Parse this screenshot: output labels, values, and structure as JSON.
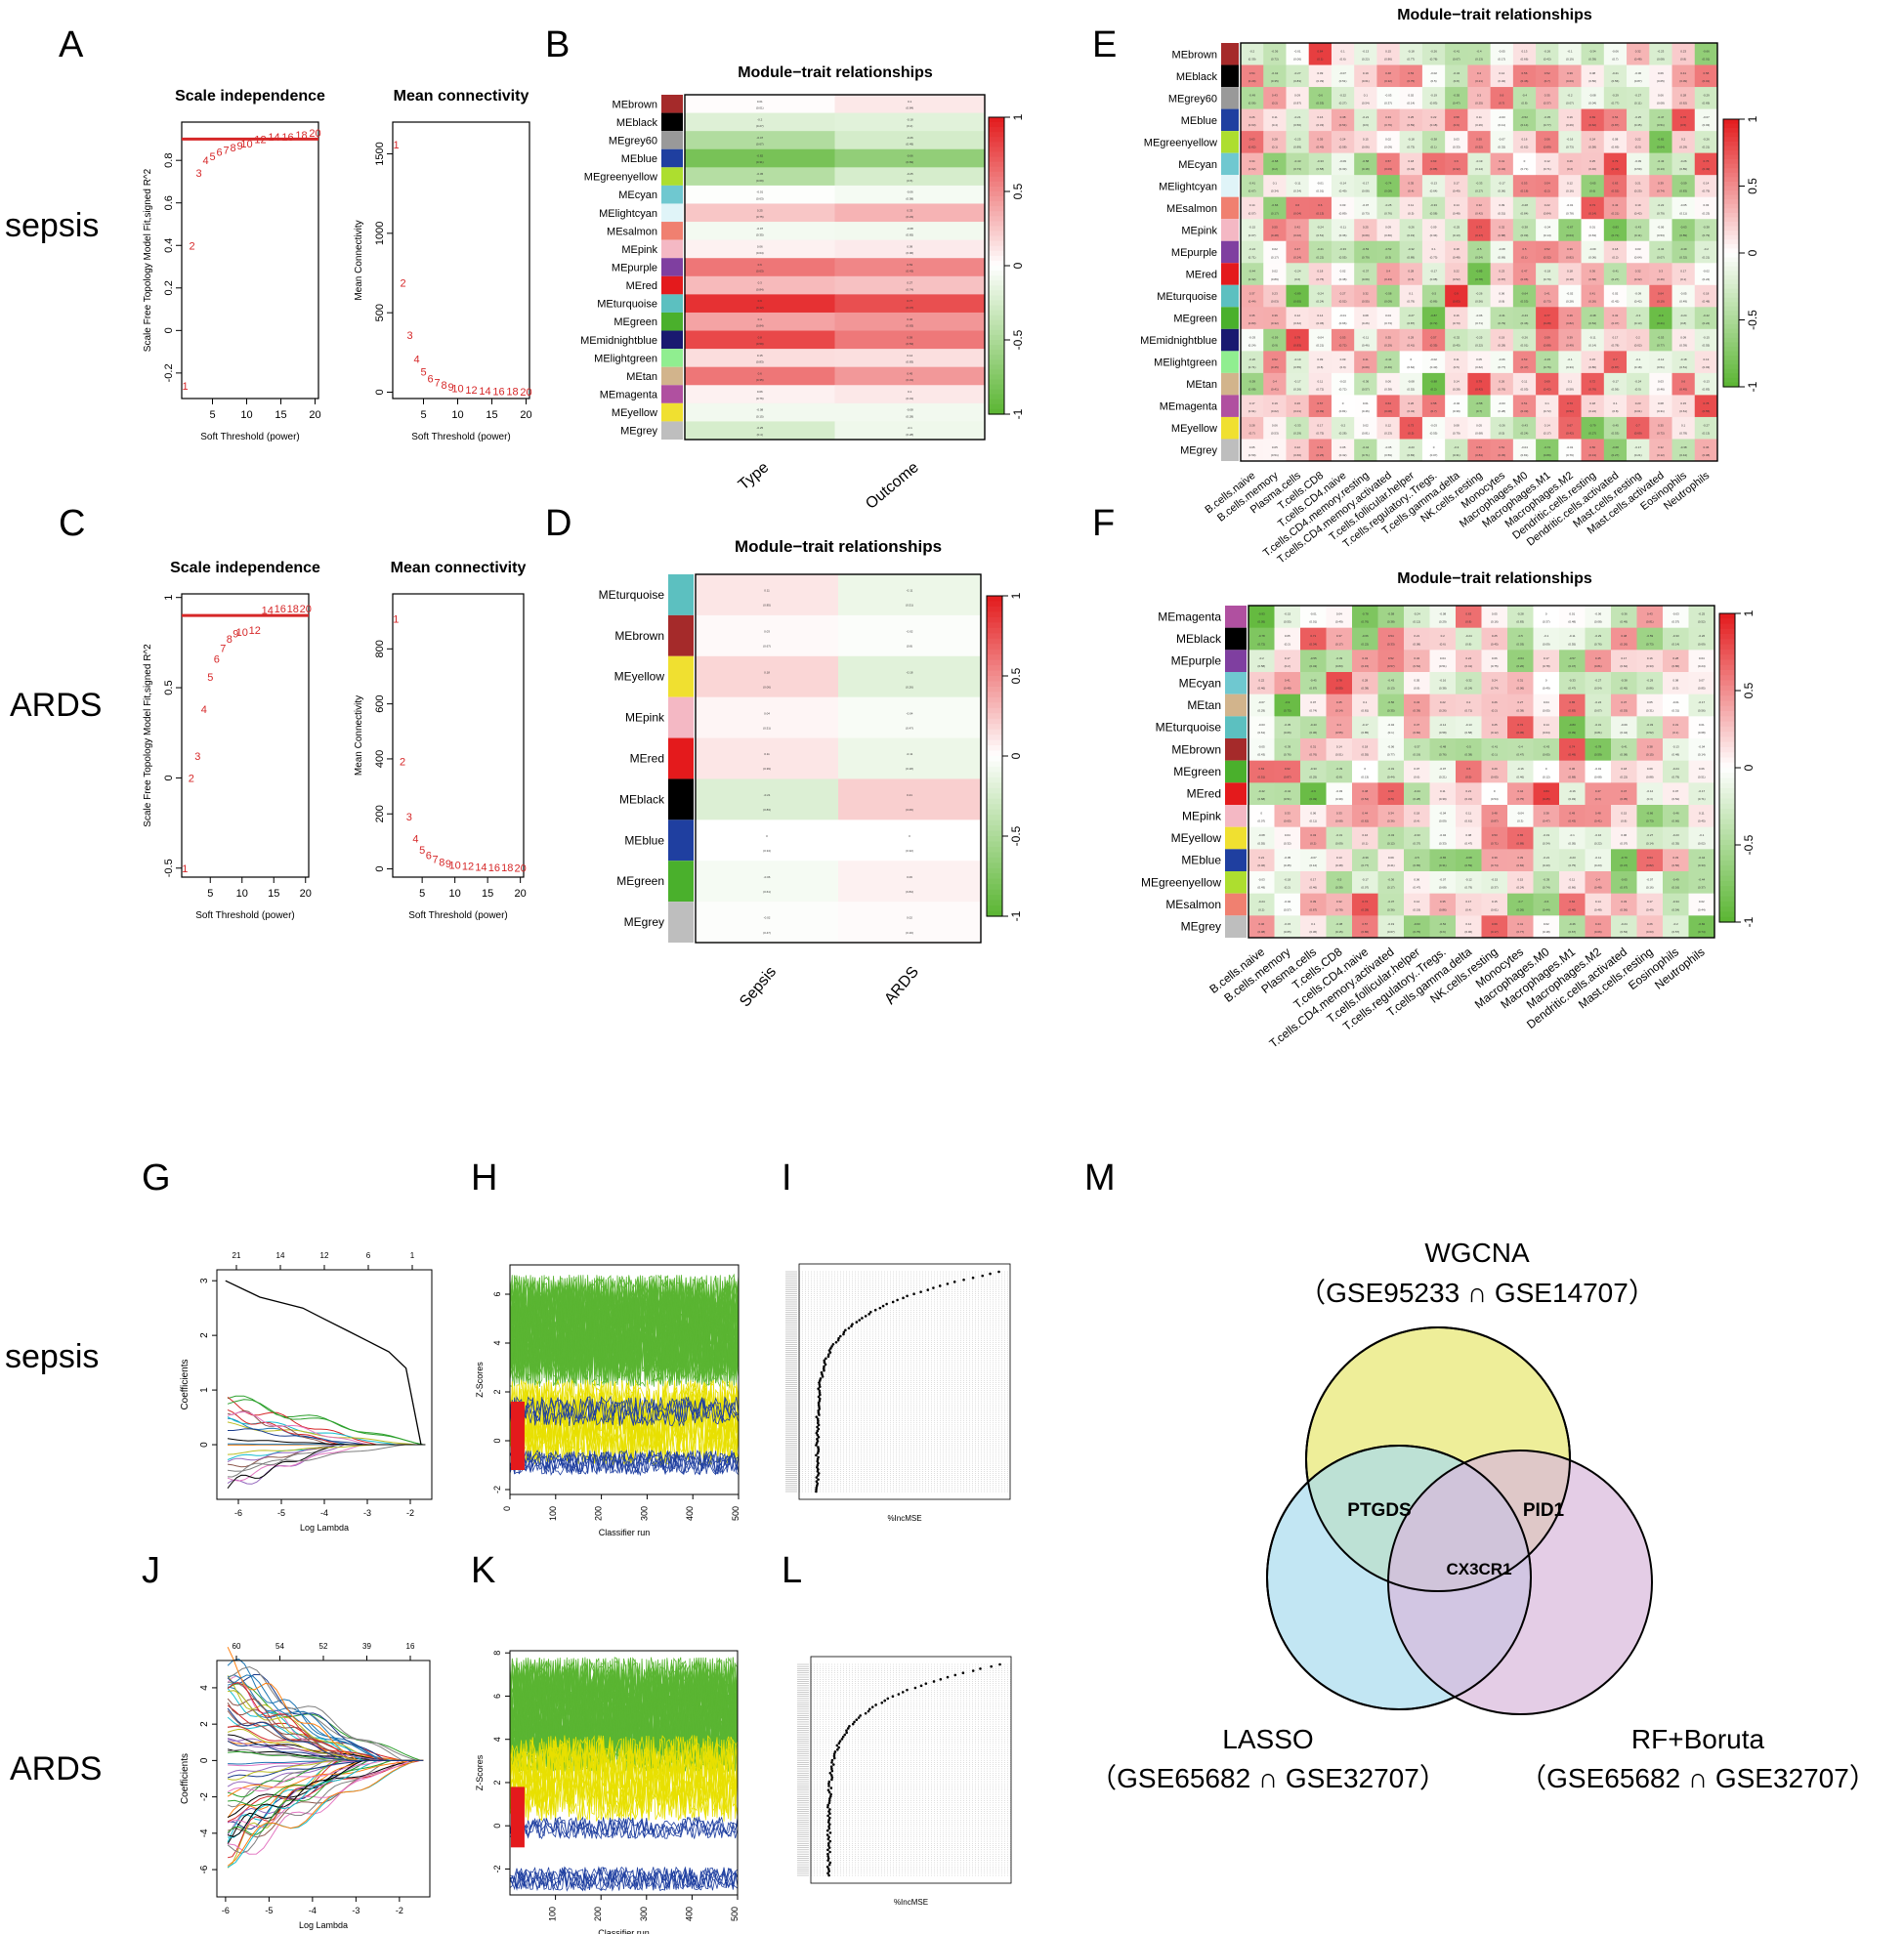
{
  "panel_letters": [
    "A",
    "B",
    "C",
    "D",
    "E",
    "F",
    "G",
    "H",
    "I",
    "J",
    "K",
    "L",
    "M"
  ],
  "row_labels": {
    "sepsis_top": "sepsis",
    "ards_top": "ARDS",
    "sepsis_bottom": "sepsis",
    "ards_bottom": "ARDS"
  },
  "colors": {
    "red_line": "#d62728",
    "heat_pos": "#e31a1c",
    "heat_neg": "#5ab532",
    "venn_wgcna": "#eeee99",
    "venn_lasso": "#a8dcee",
    "venn_rf": "#d8b8dc"
  },
  "chart_data": [
    {
      "id": "A_scale",
      "type": "scatter",
      "title": "Scale independence",
      "xlabel": "Soft Threshold (power)",
      "ylabel": "Scale Free Topology Model Fit,signed R^2",
      "xlim": [
        0.5,
        20.5
      ],
      "ylim": [
        -0.32,
        0.98
      ],
      "xticks": [
        5,
        10,
        15,
        20
      ],
      "yticks": [
        -0.2,
        0.0,
        0.2,
        0.4,
        0.6,
        0.8
      ],
      "hline": 0.9,
      "x": [
        1,
        2,
        3,
        4,
        5,
        6,
        7,
        8,
        9,
        10,
        12,
        14,
        16,
        18,
        20
      ],
      "y": [
        -0.26,
        0.4,
        0.74,
        0.8,
        0.82,
        0.84,
        0.85,
        0.86,
        0.87,
        0.88,
        0.9,
        0.91,
        0.91,
        0.92,
        0.93
      ]
    },
    {
      "id": "A_mean",
      "type": "scatter",
      "title": "Mean connectivity",
      "xlabel": "Soft Threshold (power)",
      "ylabel": "Mean Connectivity",
      "xlim": [
        0.5,
        20.5
      ],
      "ylim": [
        -40,
        1700
      ],
      "xticks": [
        5,
        10,
        15,
        20
      ],
      "yticks": [
        0,
        500,
        1000,
        1500
      ],
      "x": [
        1,
        2,
        3,
        4,
        5,
        6,
        7,
        8,
        9,
        10,
        12,
        14,
        16,
        18,
        20
      ],
      "y": [
        1560,
        690,
        360,
        210,
        130,
        85,
        60,
        45,
        35,
        25,
        15,
        10,
        7,
        5,
        3
      ]
    },
    {
      "id": "C_scale",
      "type": "scatter",
      "title": "Scale independence",
      "xlabel": "Soft Threshold (power)",
      "ylabel": "Scale Free Topology Model Fit,signed R^2",
      "xlim": [
        0.5,
        20.5
      ],
      "ylim": [
        -0.55,
        1.02
      ],
      "xticks": [
        5,
        10,
        15,
        20
      ],
      "yticks": [
        -0.5,
        0.0,
        0.5,
        1.0
      ],
      "hline": 0.9,
      "x": [
        1,
        2,
        3,
        4,
        5,
        6,
        7,
        8,
        9,
        10,
        12,
        14,
        16,
        18,
        20
      ],
      "y": [
        -0.5,
        0.0,
        0.12,
        0.38,
        0.56,
        0.66,
        0.72,
        0.77,
        0.8,
        0.81,
        0.82,
        0.93,
        0.94,
        0.94,
        0.94
      ]
    },
    {
      "id": "C_mean",
      "type": "scatter",
      "title": "Mean connectivity",
      "xlabel": "Soft Threshold (power)",
      "ylabel": "Mean Connectivity",
      "xlim": [
        0.5,
        20.5
      ],
      "ylim": [
        -30,
        1000
      ],
      "xticks": [
        5,
        10,
        15,
        20
      ],
      "yticks": [
        0,
        200,
        400,
        600,
        800
      ],
      "x": [
        1,
        2,
        3,
        4,
        5,
        6,
        7,
        8,
        9,
        10,
        12,
        14,
        16,
        18,
        20
      ],
      "y": [
        910,
        390,
        190,
        110,
        70,
        50,
        35,
        25,
        20,
        15,
        10,
        8,
        6,
        5,
        4
      ]
    },
    {
      "id": "B_heat",
      "type": "heatmap",
      "title": "Module−trait relationships",
      "rows": [
        "MEbrown",
        "MEblack",
        "MEgrey60",
        "MEblue",
        "MEgreenyellow",
        "MEcyan",
        "MElightcyan",
        "MEsalmon",
        "MEpink",
        "MEpurple",
        "MEred",
        "MEturquoise",
        "MEgreen",
        "MEmidnightblue",
        "MElightgreen",
        "MEtan",
        "MEmagenta",
        "MEyellow",
        "MEgrey"
      ],
      "row_colors": [
        "#a52a2a",
        "#000000",
        "#999999",
        "#1f3fa0",
        "#adde2f",
        "#6fc8d0",
        "#e0f4f8",
        "#f08070",
        "#f4b8c4",
        "#7f3fa0",
        "#e41a1c",
        "#5cc0c0",
        "#4ab02c",
        "#191970",
        "#90ee90",
        "#d2b48c",
        "#b050a0",
        "#f0e030",
        "#bebebe"
      ],
      "cols": [
        "Type",
        "Outcome"
      ],
      "values": [
        [
          0.013,
          0.1
        ],
        [
          -0.2,
          -0.18
        ],
        [
          -0.47,
          -0.26
        ],
        [
          -0.82,
          -0.66
        ],
        [
          -0.45,
          -0.25
        ],
        [
          -0.014,
          -0.06
        ],
        [
          0.25,
          0.33
        ],
        [
          -0.07,
          -0.077
        ],
        [
          0.061,
          0.09
        ],
        [
          0.6,
          0.53
        ],
        [
          0.3,
          0.27
        ],
        [
          0.9,
          0.77
        ],
        [
          0.4,
          0.46
        ],
        [
          0.8,
          0.59
        ],
        [
          0.15,
          0.14
        ],
        [
          0.6,
          0.45
        ],
        [
          0.061,
          0.1
        ],
        [
          -0.077,
          -0.08
        ],
        [
          -0.25,
          -0.1
        ]
      ],
      "scale_ticks": [
        1,
        0.5,
        0,
        -0.5,
        -1
      ]
    },
    {
      "id": "D_heat",
      "type": "heatmap",
      "title": "Module−trait relationships",
      "rows": [
        "MEturquoise",
        "MEbrown",
        "MEyellow",
        "MEpink",
        "MEred",
        "MEblack",
        "MEblue",
        "MEgreen",
        "MEgrey"
      ],
      "row_colors": [
        "#5cc0c0",
        "#a52a2a",
        "#f0e030",
        "#f4b8c4",
        "#e41a1c",
        "#000000",
        "#1f3fa0",
        "#4ab02c",
        "#bebebe"
      ],
      "cols": [
        "Sepsis",
        "ARDS"
      ],
      "values": [
        [
          0.11,
          -0.11
        ],
        [
          0.025,
          -0.025
        ],
        [
          0.18,
          -0.18
        ],
        [
          0.044,
          -0.044
        ],
        [
          0.11,
          -0.11
        ],
        [
          -0.21,
          0.21
        ],
        [
          0.002,
          -0.002
        ],
        [
          -0.06,
          0.06
        ],
        [
          -0.021,
          0.021
        ]
      ],
      "scale_ticks": [
        1,
        0.5,
        0,
        -0.5,
        -1
      ]
    },
    {
      "id": "E_heat",
      "type": "heatmap",
      "title": "Module−trait relationships",
      "rows": [
        "MEbrown",
        "MEblack",
        "MEgrey60",
        "MEblue",
        "MEgreenyellow",
        "MEcyan",
        "MElightcyan",
        "MEsalmon",
        "MEpink",
        "MEpurple",
        "MEred",
        "MEturquoise",
        "MEgreen",
        "MEmidnightblue",
        "MElightgreen",
        "MEtan",
        "MEmagenta",
        "MEyellow",
        "MEgrey"
      ],
      "row_colors": [
        "#a52a2a",
        "#000000",
        "#999999",
        "#1f3fa0",
        "#adde2f",
        "#6fc8d0",
        "#e0f4f8",
        "#f08070",
        "#f4b8c4",
        "#7f3fa0",
        "#e41a1c",
        "#5cc0c0",
        "#4ab02c",
        "#191970",
        "#90ee90",
        "#d2b48c",
        "#b050a0",
        "#f0e030",
        "#bebebe"
      ],
      "cols": [
        "B.cells.naive",
        "B.cells.memory",
        "Plasma.cells",
        "T.cells.CD8",
        "T.cells.CD4.naive",
        "T.cells.CD4.memory.resting",
        "T.cells.CD4.memory.activated",
        "T.cells.follicular.helper",
        "T.cells.regulatory..Tregs.",
        "T.cells.gamma.delta",
        "NK.cells.resting",
        "Monocytes",
        "Macrophages.M0",
        "Macrophages.M1",
        "Macrophages.M2",
        "Dendritic.cells.resting",
        "Dendritic.cells.activated",
        "Mast.cells.resting",
        "Mast.cells.activated",
        "Eosinophils",
        "Neutrophils"
      ],
      "scale_ticks": [
        1,
        0.5,
        0,
        -0.5,
        -1
      ]
    },
    {
      "id": "F_heat",
      "type": "heatmap",
      "title": "Module−trait relationships",
      "rows": [
        "MEmagenta",
        "MEblack",
        "MEpurple",
        "MEcyan",
        "MEtan",
        "MEturquoise",
        "MEbrown",
        "MEgreen",
        "MEred",
        "MEpink",
        "MEyellow",
        "MEblue",
        "MEgreenyellow",
        "MEsalmon",
        "MEgrey"
      ],
      "row_colors": [
        "#b050a0",
        "#000000",
        "#7f3fa0",
        "#6fc8d0",
        "#d2b48c",
        "#5cc0c0",
        "#a52a2a",
        "#4ab02c",
        "#e41a1c",
        "#f4b8c4",
        "#f0e030",
        "#1f3fa0",
        "#adde2f",
        "#f08070",
        "#bebebe"
      ],
      "cols": [
        "B.cells.naive",
        "B.cells.memory",
        "Plasma.cells",
        "T.cells.CD8",
        "T.cells.CD4.naive",
        "T.cells.CD4.memory.activated",
        "T.cells.follicular.helper",
        "T.cells.regulatory..Tregs.",
        "T.cells.gamma.delta",
        "NK.cells.resting",
        "Monocytes",
        "Macrophages.M0",
        "Macrophages.M1",
        "Macrophages.M2",
        "Dendritic.cells.activated",
        "Mast.cells.resting",
        "Eosinophils",
        "Neutrophils"
      ],
      "scale_ticks": [
        1,
        0.5,
        0,
        -0.5,
        -1
      ]
    },
    {
      "id": "G_lasso",
      "type": "line",
      "xlabel": "Log Lambda",
      "ylabel": "Coefficients",
      "xlim": [
        -6.5,
        -1.5
      ],
      "ylim": [
        -1.0,
        3.2
      ],
      "xticks": [
        -6,
        -5,
        -4,
        -3,
        -2
      ],
      "yticks": [
        0,
        1,
        2,
        3
      ],
      "top_ticks": [
        "21",
        "14",
        "12",
        "6",
        "1"
      ],
      "main_series": {
        "x": [
          -6.3,
          -5.5,
          -5.0,
          -4.5,
          -4.0,
          -3.5,
          -3.0,
          -2.5,
          -2.1,
          -1.75
        ],
        "y": [
          3.0,
          2.7,
          2.6,
          2.5,
          2.3,
          2.1,
          1.9,
          1.7,
          1.4,
          0.0
        ]
      }
    },
    {
      "id": "H_boruta",
      "type": "line",
      "xlabel": "Classifier run",
      "ylabel": "Z-Scores",
      "xlim": [
        0,
        500
      ],
      "ylim": [
        -2.2,
        7.2
      ],
      "xticks": [
        0,
        100,
        200,
        300,
        400,
        500
      ],
      "yticks": [
        -2,
        0,
        2,
        4,
        6
      ]
    },
    {
      "id": "I_rf",
      "type": "scatter",
      "xlabel": "%IncMSE"
    },
    {
      "id": "J_lasso",
      "type": "line",
      "xlabel": "Log Lambda",
      "ylabel": "Coefficients",
      "xlim": [
        -6.2,
        -1.3
      ],
      "ylim": [
        -7.5,
        5.5
      ],
      "xticks": [
        -6,
        -5,
        -4,
        -3,
        -2
      ],
      "yticks": [
        -6,
        -4,
        -2,
        0,
        2,
        4
      ],
      "top_ticks": [
        "60",
        "54",
        "52",
        "39",
        "16"
      ]
    },
    {
      "id": "K_boruta",
      "type": "line",
      "xlabel": "Classifier run",
      "ylabel": "Z-Scores",
      "xlim": [
        0,
        500
      ],
      "ylim": [
        -3.2,
        8.1
      ],
      "xticks": [
        100,
        200,
        300,
        400,
        500
      ],
      "yticks": [
        -2,
        0,
        2,
        4,
        6,
        8
      ]
    },
    {
      "id": "L_rf",
      "type": "scatter",
      "xlabel": "%IncMSE"
    }
  ],
  "venn": {
    "sets": [
      {
        "name": "WGCNA",
        "sub": "（GSE95233 ∩ GSE14707）"
      },
      {
        "name": "LASSO",
        "sub": "（GSE65682 ∩ GSE32707）"
      },
      {
        "name": "RF+Boruta",
        "sub": "（GSE65682 ∩ GSE32707）"
      }
    ],
    "genes": {
      "wgcna_lasso": "PTGDS",
      "wgcna_rf": "PID1",
      "all": "CX3CR1"
    }
  }
}
